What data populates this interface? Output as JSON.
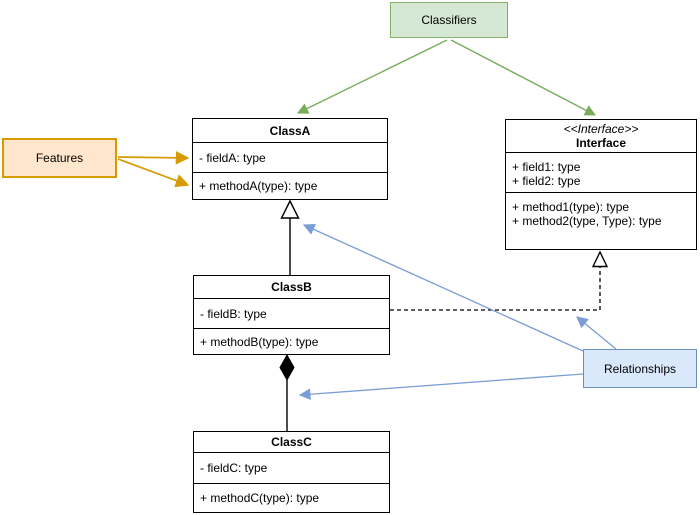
{
  "palette": {
    "note_green_fill": "#d5e8d4",
    "note_green_border": "#82b366",
    "note_orange_fill": "#ffe6cc",
    "note_orange_border": "#d79b00",
    "note_blue_fill": "#dae8fc",
    "note_blue_border": "#6c8ebf",
    "arrow_green": "#76ad5c",
    "arrow_orange": "#d79b00",
    "arrow_blue": "#7a9dd7",
    "line_black": "#000000"
  },
  "annotations": {
    "classifiers": {
      "label": "Classifiers"
    },
    "features": {
      "label": "Features"
    },
    "relationships": {
      "label": "Relationships"
    }
  },
  "classes": {
    "classA": {
      "title": "ClassA",
      "field": "- fieldA: type",
      "method": "+ methodA(type): type"
    },
    "classB": {
      "title": "ClassB",
      "field": "- fieldB: type",
      "method": "+ methodB(type): type"
    },
    "classC": {
      "title": "ClassC",
      "field": "- fieldC: type",
      "method": "+ methodC(type): type"
    },
    "interface": {
      "stereotype": "<<Interface>>",
      "title": "Interface",
      "fields": [
        "+ field1: type",
        "+ field2: type"
      ],
      "methods": [
        "+ method1(type): type",
        "+ method2(type, Type): type"
      ]
    }
  }
}
